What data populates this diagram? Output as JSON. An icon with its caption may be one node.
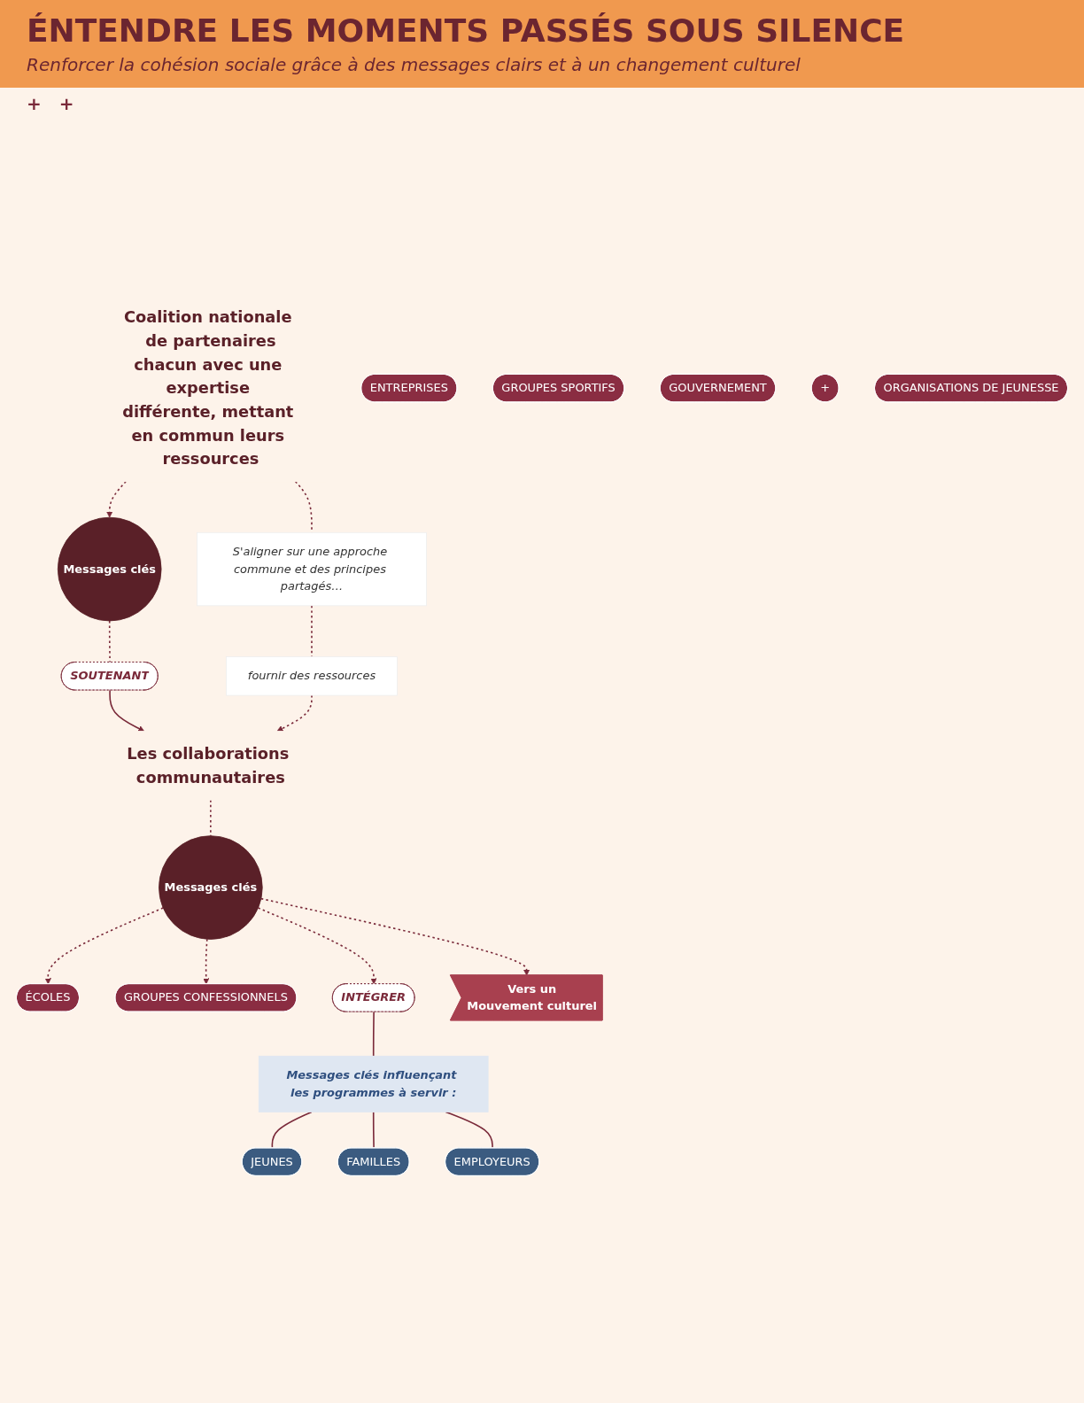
{
  "diagram": {
    "title": "ÉNTENDRE LES MOMENTS PASSÉS SOUS SILENCE",
    "nodes": [
      {
        "text": [
          "Coalition nationale de partenaires",
          "chacun avec une expertise différente, mettant en commun leurs ressources"
        ]
      },
      {
        "text": [
          "Messages clés"
        ]
      },
      {
        "text": [
          "S'aligner sur une approche commune et des principes partagés…"
        ]
      },
      {
        "text": [
          "fournir des ressources"
        ]
      },
      {
        "text": [
          "SOUTENANT"
        ]
      },
      {
        "text": [
          "Les collaborations communautaires"
        ]
      },
      {
        "text": [
          "ÉCOLES"
        ]
      },
      {
        "text": [
          "ENTREPRISES"
        ]
      },
      {
        "text": [
          "GROUPES SPORTIFS"
        ]
      },
      {
        "text": [
          "GOUVERNEMENT"
        ]
      },
      {
        "text": [
          "+"
        ]
      },
      {
        "text": [
          "GROUPES CONFESSIONNELS"
        ]
      },
      {
        "text": [
          "ORGANISATIONS DE JEUNESSE"
        ]
      },
      {
        "text": [
          "Messages clés"
        ]
      },
      {
        "text": [
          "INTÉGRER"
        ]
      },
      {
        "text": [
          "Messages clés influençant les programmes à servir :"
        ]
      },
      {
        "text": [
          "JEUNES"
        ]
      },
      {
        "text": [
          "FAMILLES"
        ]
      },
      {
        "text": [
          "EMPLOYEURS"
        ]
      },
      {
        "text": [
          "Vers un",
          "Mouvement culturel"
        ]
      }
    ],
    "edges": [
      {
        "from": 0,
        "to": 1,
        "arrow": "to",
        "style": "dashed"
      },
      {
        "from": 1,
        "to": 4,
        "arrow": "none",
        "style": "dashed"
      },
      {
        "from": 4,
        "to": 5,
        "arrow": "to"
      },
      {
        "from": 0,
        "to": 2,
        "arrow": "none",
        "style": "dashed"
      },
      {
        "from": 2,
        "to": 3,
        "arrow": "none",
        "style": "dashed"
      },
      {
        "from": 3,
        "to": 5,
        "arrow": "to",
        "style": "dashed"
      },
      {
        "from": 5,
        "to": 13,
        "arrow": "none",
        "style": "dashed"
      },
      {
        "from": 13,
        "to": 6,
        "arrow": "to",
        "style": "dashed"
      },
      {
        "from": 13,
        "to": 11,
        "arrow": "to",
        "style": "dashed"
      },
      {
        "from": 13,
        "to": 19,
        "arrow": "to",
        "style": "dashed"
      },
      {
        "from": 13,
        "to": 14,
        "arrow": "to",
        "style": "dashed"
      },
      {
        "from": 14,
        "to": 15,
        "arrow": "none"
      },
      {
        "from": 15,
        "to": 16,
        "arrow": "none"
      },
      {
        "from": 15,
        "to": 17,
        "arrow": "none"
      },
      {
        "from": 15,
        "to": 18,
        "arrow": "none"
      }
    ],
    "labels": [
      "Renforcer la cohésion sociale grâce à des messages clairs et à un changement culturel",
      "+",
      "+"
    ]
  }
}
